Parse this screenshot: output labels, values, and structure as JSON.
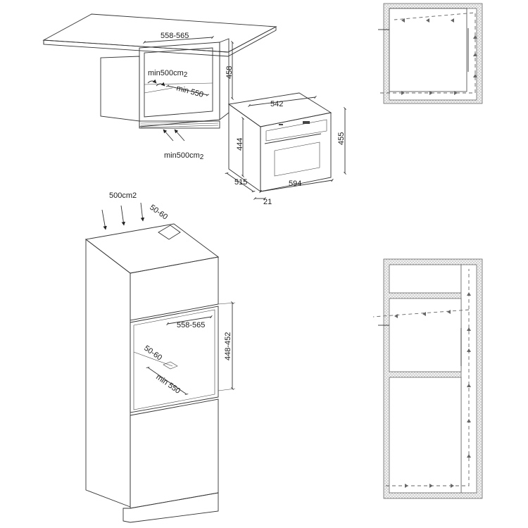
{
  "figures": {
    "undercounter": {
      "top_width": "558-565",
      "height": "458",
      "vent_area_inner": "min500cm",
      "vent_sup_inner": "2",
      "depth": "min 550",
      "vent_area_bottom": "min500cm",
      "vent_sup_bottom": "2"
    },
    "appliance": {
      "width_top": "542",
      "height_left": "444",
      "height_right": "455",
      "depth": "515",
      "front_width": "594",
      "door_thickness": "21"
    },
    "tall_cabinet": {
      "vent_area_top": "500cm2",
      "gap_top": "50-60",
      "niche_width": "558-565",
      "niche_height": "448-452",
      "gap_rear": "50-60",
      "depth": "min 550"
    }
  }
}
